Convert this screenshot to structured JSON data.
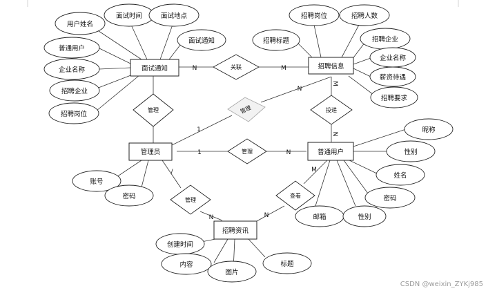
{
  "entities": {
    "interview": "面试通知",
    "recruit_info": "招聘信息",
    "admin": "管理员",
    "user": "普通用户",
    "news": "招聘资讯"
  },
  "attributes": {
    "interview": [
      "用户姓名",
      "面试时间",
      "面试地点",
      "面试通知",
      "普通用户",
      "企业名称",
      "招聘企业",
      "招聘岗位"
    ],
    "recruit_info": [
      "招聘岗位",
      "招聘人数",
      "招聘标题",
      "招聘企业",
      "企业名称",
      "薪资待遇",
      "招聘要求"
    ],
    "admin": [
      "账号",
      "密码"
    ],
    "user": [
      "昵称",
      "性别",
      "姓名",
      "密码",
      "邮箱",
      "性别"
    ],
    "news": [
      "创建时间",
      "内容",
      "图片",
      "标题"
    ]
  },
  "relationships": {
    "link": "关联",
    "manage_interview": "管理",
    "manage_info": "管理",
    "manage_user": "管理",
    "deliver": "投递",
    "manage_news": "管理",
    "view": "查看"
  },
  "cardinalities": {
    "link_left": "N",
    "link_right": "M",
    "info_down": "M",
    "info_admin": "N",
    "admin_info": "1",
    "admin_user": "1",
    "user_admin": "N",
    "user_up": "N",
    "admin_news": "/",
    "news_admin": "N",
    "news_user": "N",
    "user_news": "M"
  },
  "watermark": "CSDN @weixin_ZYKj985"
}
